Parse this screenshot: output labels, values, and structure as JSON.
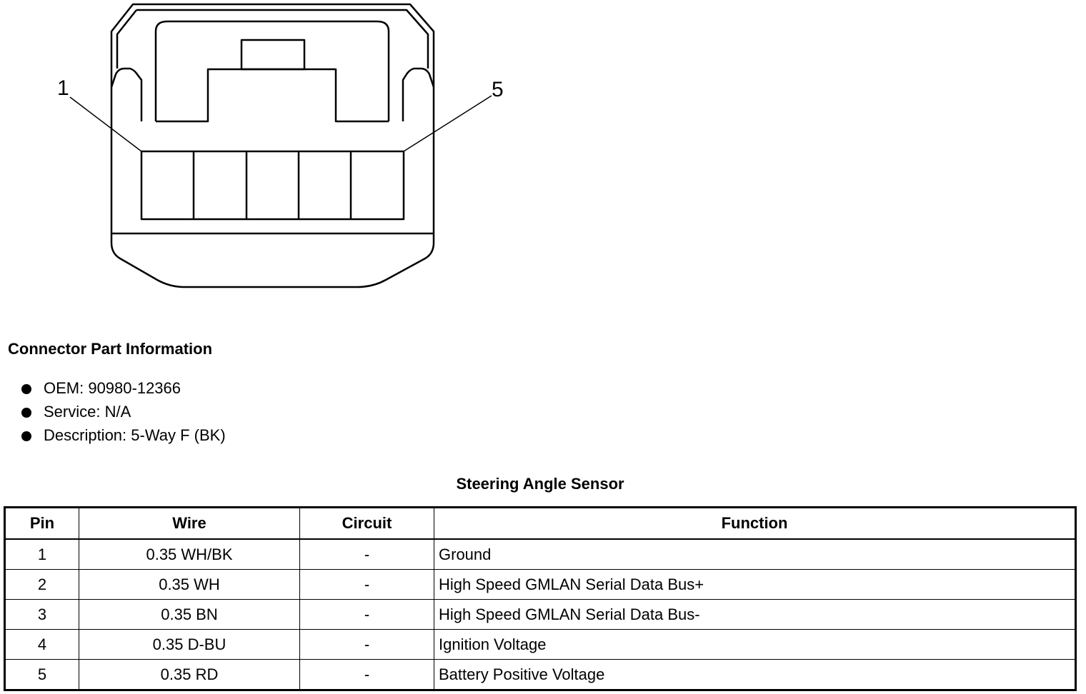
{
  "connector_diagram": {
    "pin_labels": {
      "first": "1",
      "last": "5"
    }
  },
  "info": {
    "heading": "Connector Part Information",
    "items": [
      "OEM: 90980-12366",
      "Service: N/A",
      "Description: 5-Way F (BK)"
    ]
  },
  "table": {
    "title": "Steering Angle Sensor",
    "headers": [
      "Pin",
      "Wire",
      "Circuit",
      "Function"
    ],
    "rows": [
      [
        "1",
        "0.35 WH/BK",
        "-",
        "Ground"
      ],
      [
        "2",
        "0.35 WH",
        "-",
        "High Speed GMLAN Serial Data Bus+"
      ],
      [
        "3",
        "0.35 BN",
        "-",
        "High Speed GMLAN Serial Data Bus-"
      ],
      [
        "4",
        "0.35 D-BU",
        "-",
        "Ignition Voltage"
      ],
      [
        "5",
        "0.35 RD",
        "-",
        "Battery Positive Voltage"
      ]
    ]
  }
}
